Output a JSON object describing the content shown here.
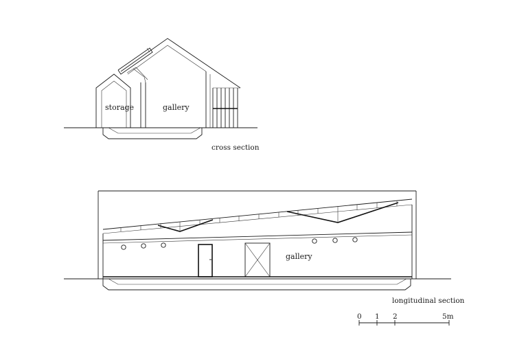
{
  "cross_section": {
    "room_labels": {
      "storage": "storage",
      "gallery": "gallery"
    },
    "caption": "cross section"
  },
  "longitudinal_section": {
    "room_label": "gallery",
    "caption": "longitudinal section"
  },
  "scale_bar": {
    "ticks": [
      "0",
      "1",
      "2",
      "5m"
    ]
  }
}
